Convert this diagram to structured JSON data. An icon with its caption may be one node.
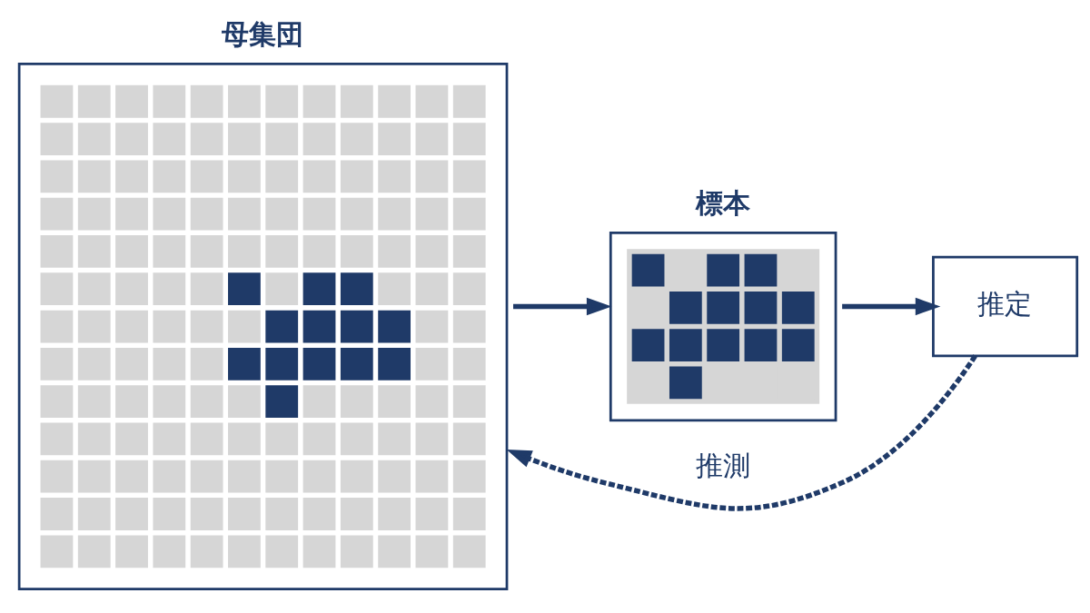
{
  "diagram": {
    "nodes": [
      {
        "text": [
          "母集団"
        ]
      },
      {
        "text": [
          "標本"
        ]
      },
      {
        "text": [
          "推定"
        ]
      }
    ],
    "edges": [
      {
        "from": 0,
        "to": 1,
        "arrow": "to"
      },
      {
        "from": 1,
        "to": 2,
        "arrow": "to"
      },
      {
        "from": 2,
        "to": 0,
        "arrow": "to",
        "style": "dashed",
        "label": "推測"
      }
    ]
  }
}
